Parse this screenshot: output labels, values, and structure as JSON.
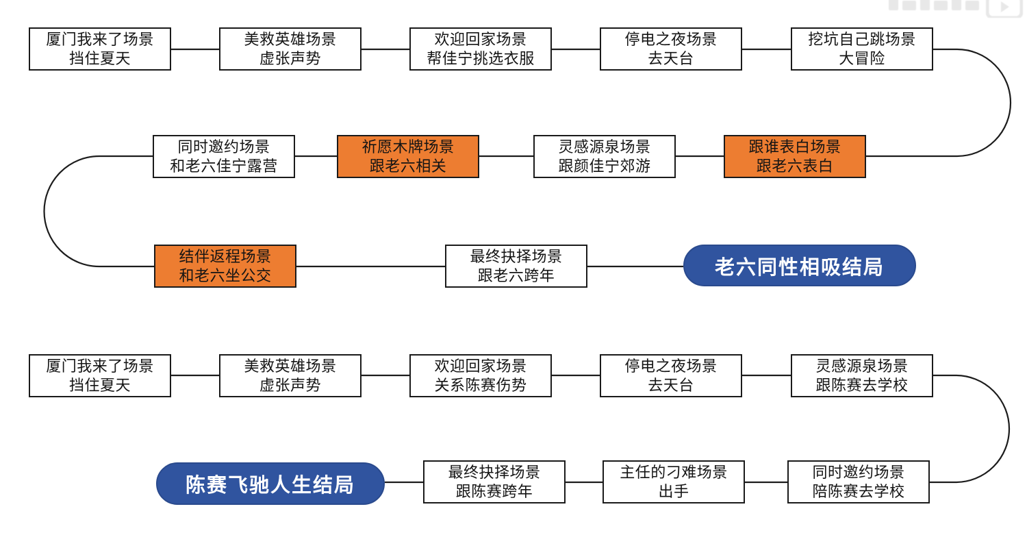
{
  "colors": {
    "highlight_orange": "#ED7D31",
    "ending_blue": "#30549F",
    "box_border": "#1a1a1a",
    "connector_line": "#1c1c1c"
  },
  "watermark": {
    "icon": "bilibili-logo-icon"
  },
  "route_laoliu": {
    "nodes": [
      {
        "line1": "厦门我来了场景",
        "line2": "挡住夏天",
        "highlight": false
      },
      {
        "line1": "美救英雄场景",
        "line2": "虚张声势",
        "highlight": false
      },
      {
        "line1": "欢迎回家场景",
        "line2": "帮佳宁挑选衣服",
        "highlight": false
      },
      {
        "line1": "停电之夜场景",
        "line2": "去天台",
        "highlight": false
      },
      {
        "line1": "挖坑自己跳场景",
        "line2": "大冒险",
        "highlight": false
      },
      {
        "line1": "跟谁表白场景",
        "line2": "跟老六表白",
        "highlight": true
      },
      {
        "line1": "灵感源泉场景",
        "line2": "跟颜佳宁郊游",
        "highlight": false
      },
      {
        "line1": "祈愿木牌场景",
        "line2": "跟老六相关",
        "highlight": true
      },
      {
        "line1": "同时邀约场景",
        "line2": "和老六佳宁露营",
        "highlight": false
      },
      {
        "line1": "结伴返程场景",
        "line2": "和老六坐公交",
        "highlight": true
      },
      {
        "line1": "最终抉择场景",
        "line2": "跟老六跨年",
        "highlight": false
      }
    ],
    "ending_label": "老六同性相吸结局"
  },
  "route_chensai": {
    "nodes": [
      {
        "line1": "厦门我来了场景",
        "line2": "挡住夏天",
        "highlight": false
      },
      {
        "line1": "美救英雄场景",
        "line2": "虚张声势",
        "highlight": false
      },
      {
        "line1": "欢迎回家场景",
        "line2": "关系陈赛伤势",
        "highlight": false
      },
      {
        "line1": "停电之夜场景",
        "line2": "去天台",
        "highlight": false
      },
      {
        "line1": "灵感源泉场景",
        "line2": "跟陈赛去学校",
        "highlight": false
      },
      {
        "line1": "同时邀约场景",
        "line2": "陪陈赛去学校",
        "highlight": false
      },
      {
        "line1": "主任的刁难场景",
        "line2": "出手",
        "highlight": false
      },
      {
        "line1": "最终抉择场景",
        "line2": "跟陈赛跨年",
        "highlight": false
      }
    ],
    "ending_label": "陈赛飞驰人生结局"
  }
}
